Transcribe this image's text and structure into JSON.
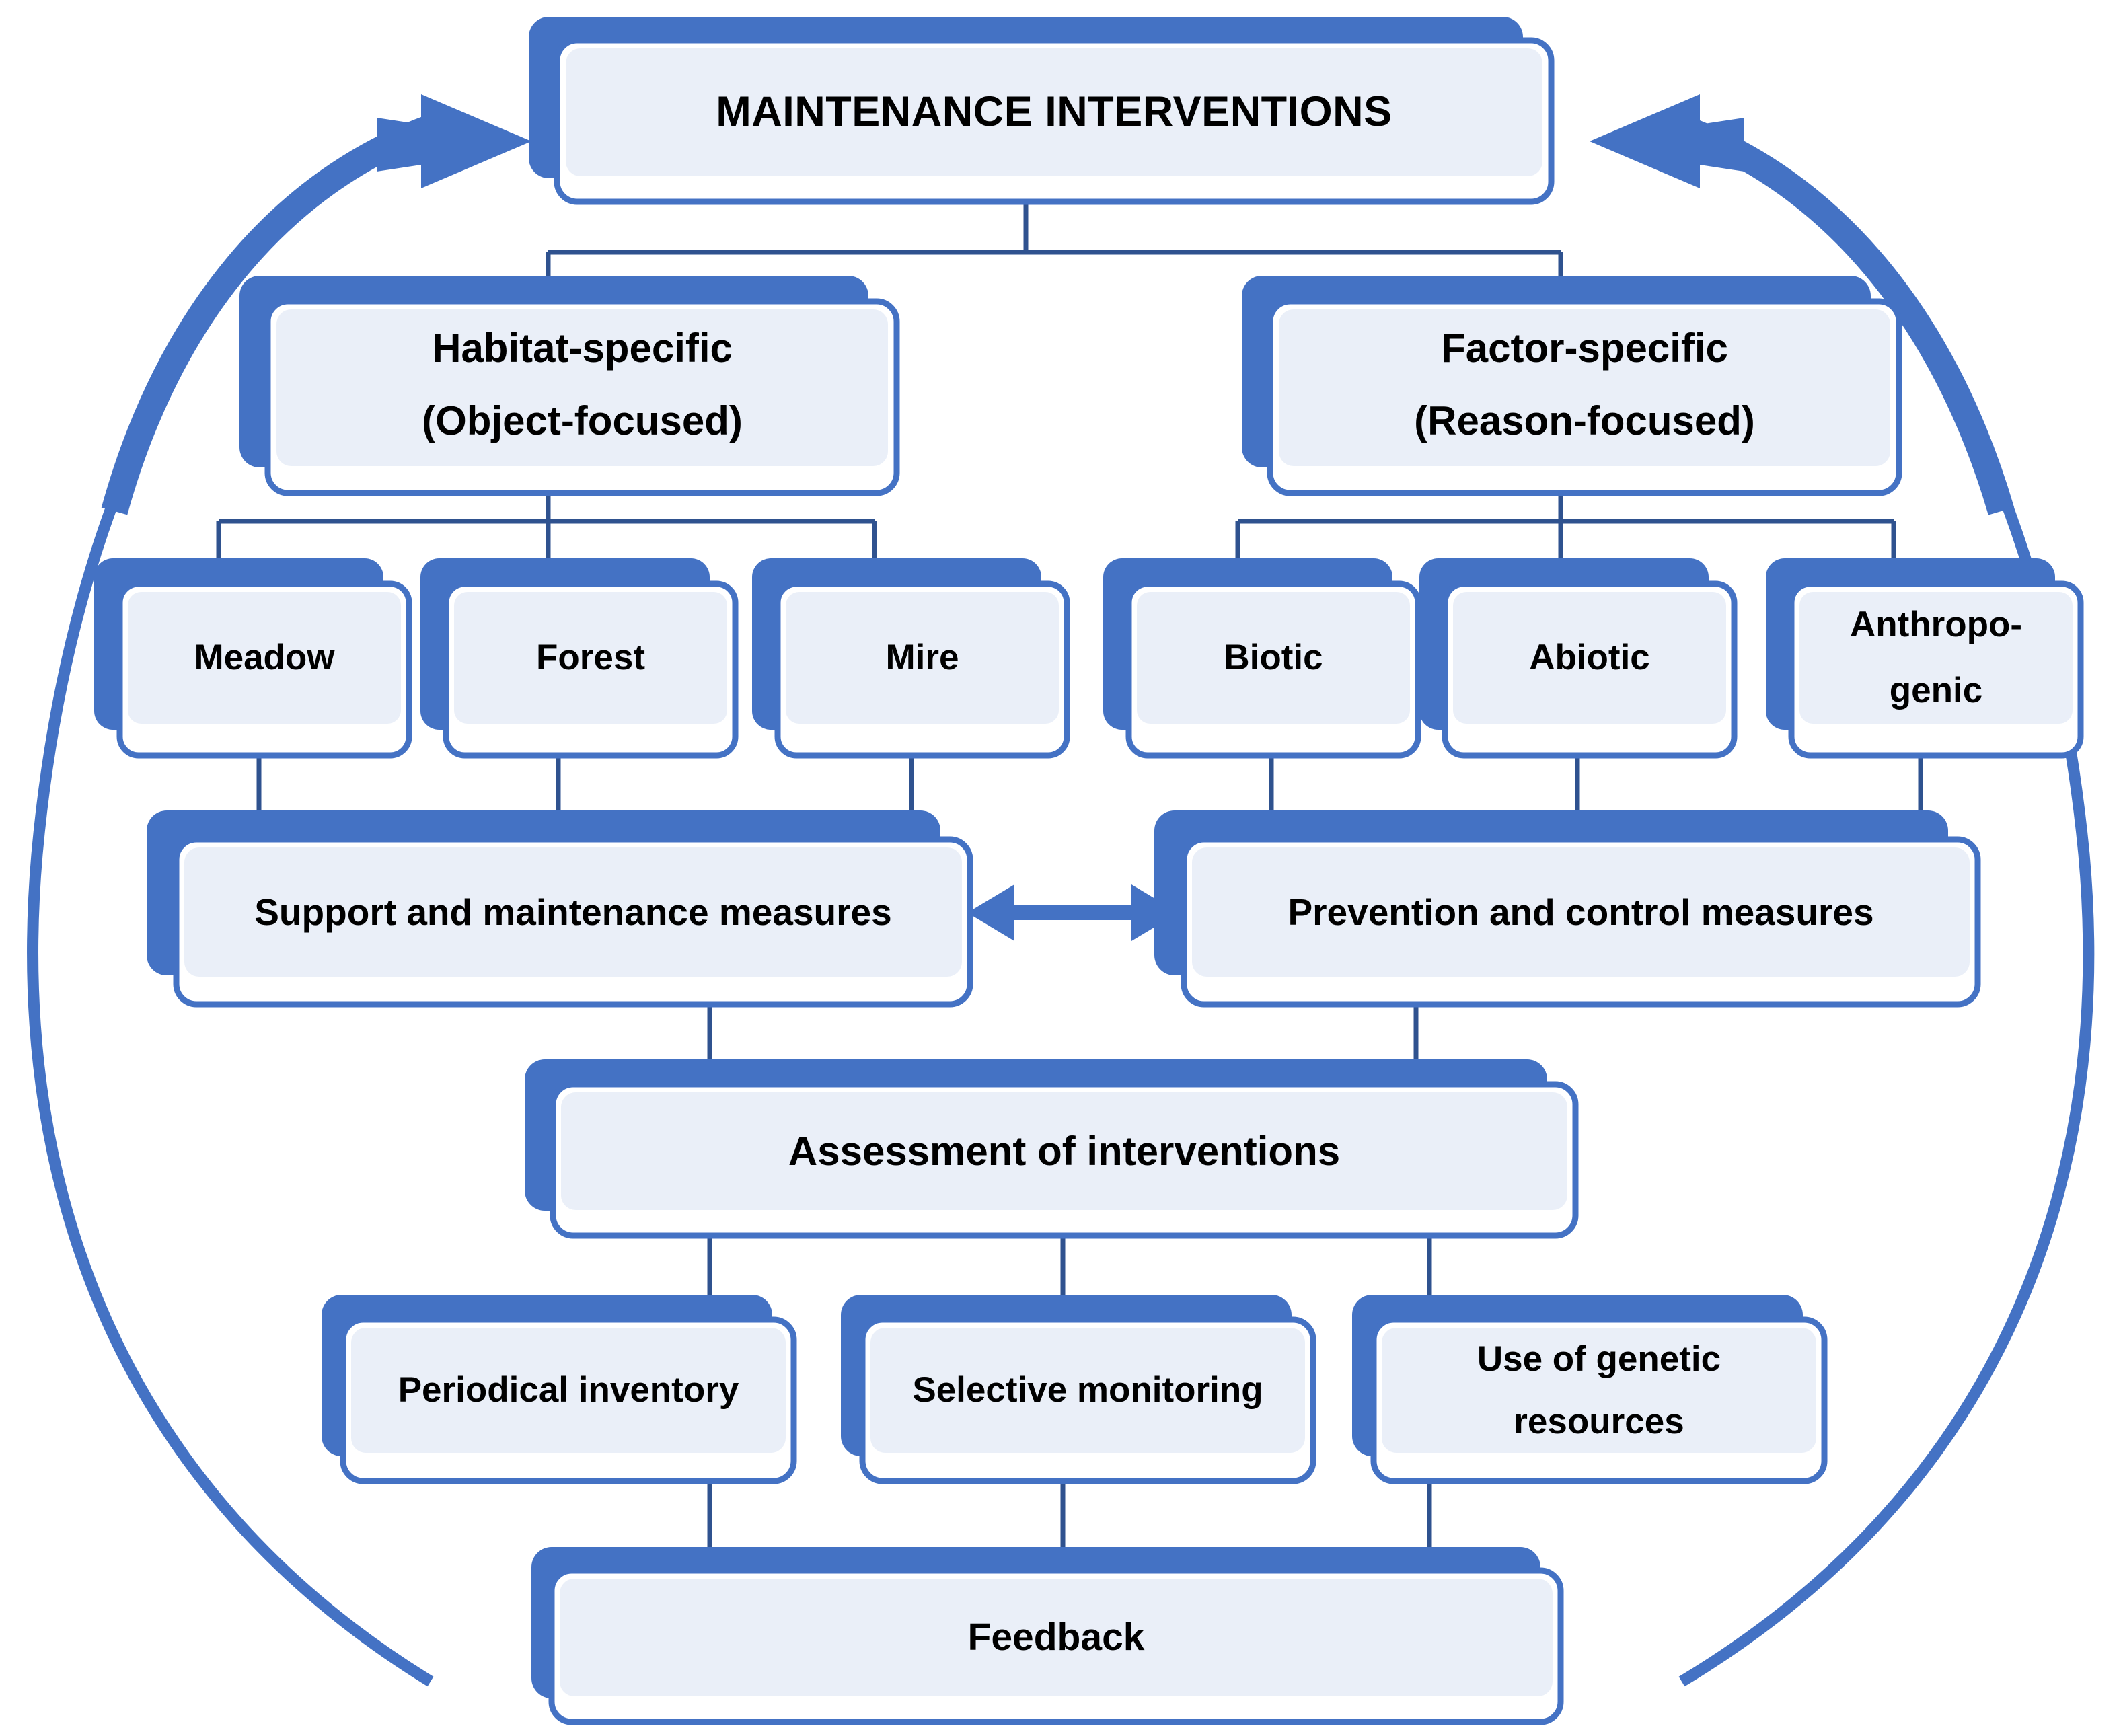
{
  "diagram": {
    "title": "Maintenance interventions flowchart",
    "colors": {
      "shadow_blue": "#4472C4",
      "box_fill": "#EAEFF8",
      "box_border": "#4472C4",
      "box_white": "#FFFFFF",
      "connector": "#2F528F",
      "arrow_blue": "#4472C4",
      "text": "#000000"
    },
    "nodes": {
      "root": {
        "label": "MAINTENANCE INTERVENTIONS"
      },
      "habitat": {
        "line1": "Habitat-specific",
        "line2": "(Object-focused)"
      },
      "factor": {
        "line1": "Factor-specific",
        "line2": "(Reason-focused)"
      },
      "meadow": {
        "label": "Meadow"
      },
      "forest": {
        "label": "Forest"
      },
      "mire": {
        "label": "Mire"
      },
      "biotic": {
        "label": "Biotic"
      },
      "abiotic": {
        "label": "Abiotic"
      },
      "anthropogenic": {
        "line1": "Anthropo-",
        "line2": "genic"
      },
      "support": {
        "label": "Support and maintenance measures"
      },
      "prevention": {
        "label": "Prevention and control measures"
      },
      "assessment": {
        "label": "Assessment of interventions"
      },
      "periodical": {
        "label": "Periodical inventory"
      },
      "selective": {
        "label": "Selective  monitoring"
      },
      "genetic": {
        "line1": "Use of genetic",
        "line2": "resources"
      },
      "feedback": {
        "label": "Feedback"
      }
    },
    "connections": {
      "bidirectional_measures": "Support and maintenance measures ↔ Prevention and control measures",
      "feedback_loop_left": "Feedback → Maintenance interventions",
      "feedback_loop_right": "Feedback → Maintenance interventions"
    }
  }
}
